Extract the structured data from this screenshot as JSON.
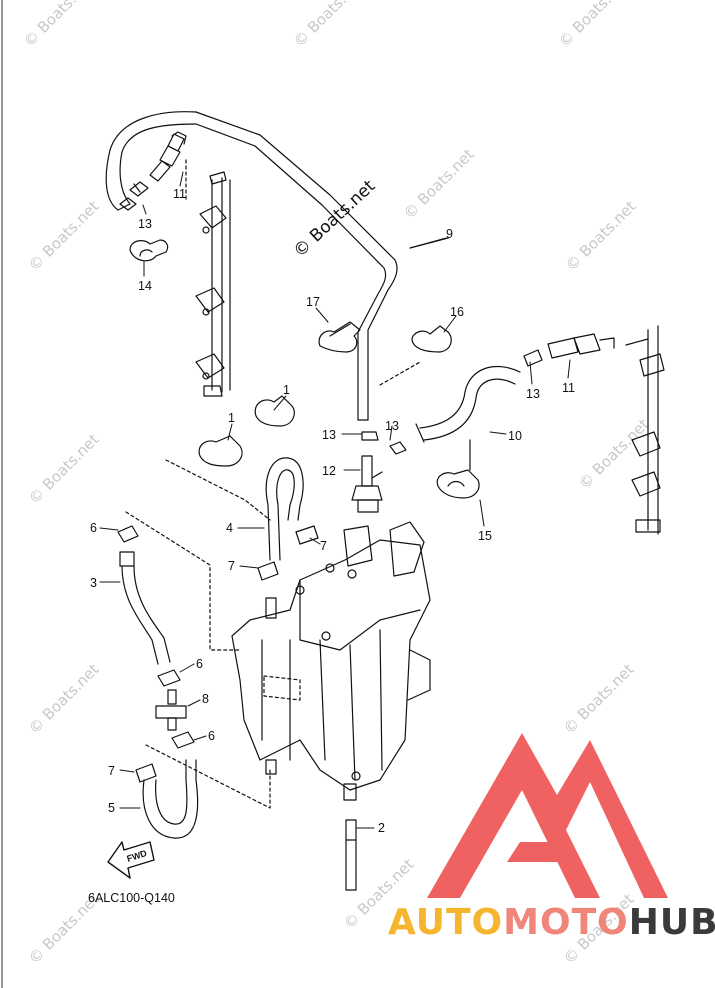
{
  "diagram": {
    "part_code": "6ALC100-Q140",
    "fwd_label": "FWD",
    "copyright": "© Boats.net",
    "watermark": "© Boats.net",
    "callouts": {
      "c1a": "1",
      "c1b": "1",
      "c2": "2",
      "c3": "3",
      "c4": "4",
      "c5": "5",
      "c6a": "6",
      "c6b": "6",
      "c6c": "6",
      "c7a": "7",
      "c7b": "7",
      "c7c": "7",
      "c8": "8",
      "c9": "9",
      "c10": "10",
      "c11a": "11",
      "c11b": "11",
      "c12": "12",
      "c13a": "13",
      "c13b": "13",
      "c13c": "13",
      "c13d": "13",
      "c14": "14",
      "c15": "15",
      "c16": "16",
      "c17": "17"
    }
  },
  "brand": {
    "part1": "AUTO",
    "part2": "MOTO",
    "part3": "HUB",
    "colors": {
      "part1": "#f5b52e",
      "part2": "#f0857a",
      "part3": "#3a3a3a",
      "logo": "#ee4c4c"
    }
  }
}
